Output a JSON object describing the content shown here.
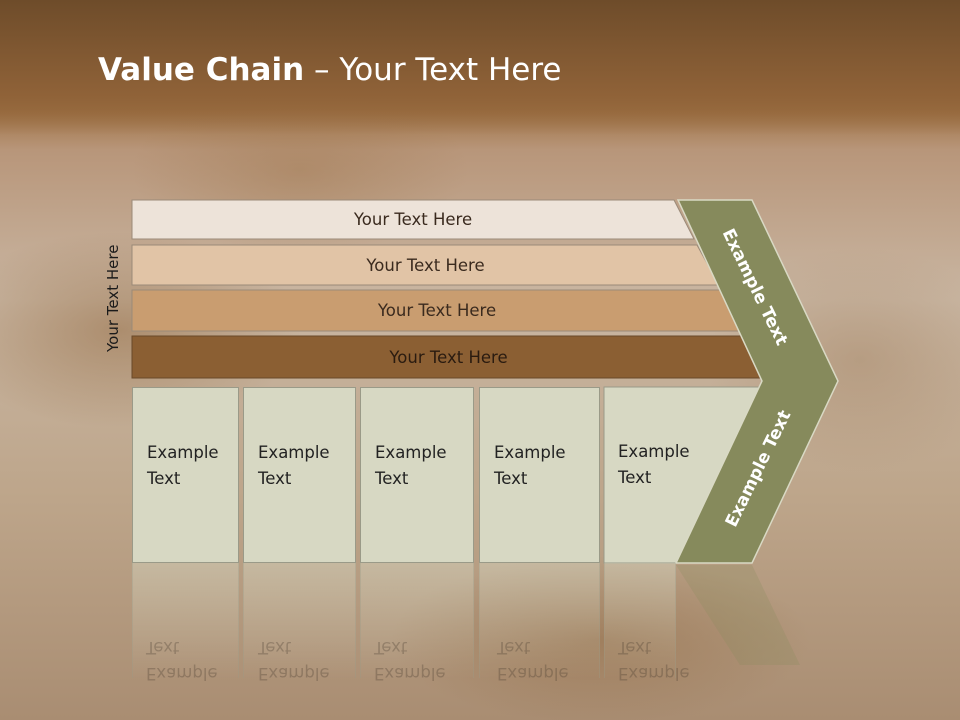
{
  "slide": {
    "title_bold": "Value Chain",
    "title_rest": " – Your Text Here",
    "side_label": "Your Text Here",
    "bars": [
      {
        "label": "Your Text Here"
      },
      {
        "label": "Your Text Here"
      },
      {
        "label": "Your Text Here"
      },
      {
        "label": "Your Text Here"
      }
    ],
    "boxes": [
      {
        "line1": "Example",
        "line2": "Text"
      },
      {
        "line1": "Example",
        "line2": "Text"
      },
      {
        "line1": "Example",
        "line2": "Text"
      },
      {
        "line1": "Example",
        "line2": "Text"
      },
      {
        "line1": "Example",
        "line2": "Text"
      }
    ],
    "chevron_upper": "Example Text",
    "chevron_lower": "Example Text"
  },
  "colors": {
    "chevron_fill": "#868a5c",
    "box_fill": "#d7d8c3",
    "bar1": "#ede3d9",
    "bar2": "#e1c4a6",
    "bar3": "#c99d70",
    "bar4": "#8b5f33"
  }
}
